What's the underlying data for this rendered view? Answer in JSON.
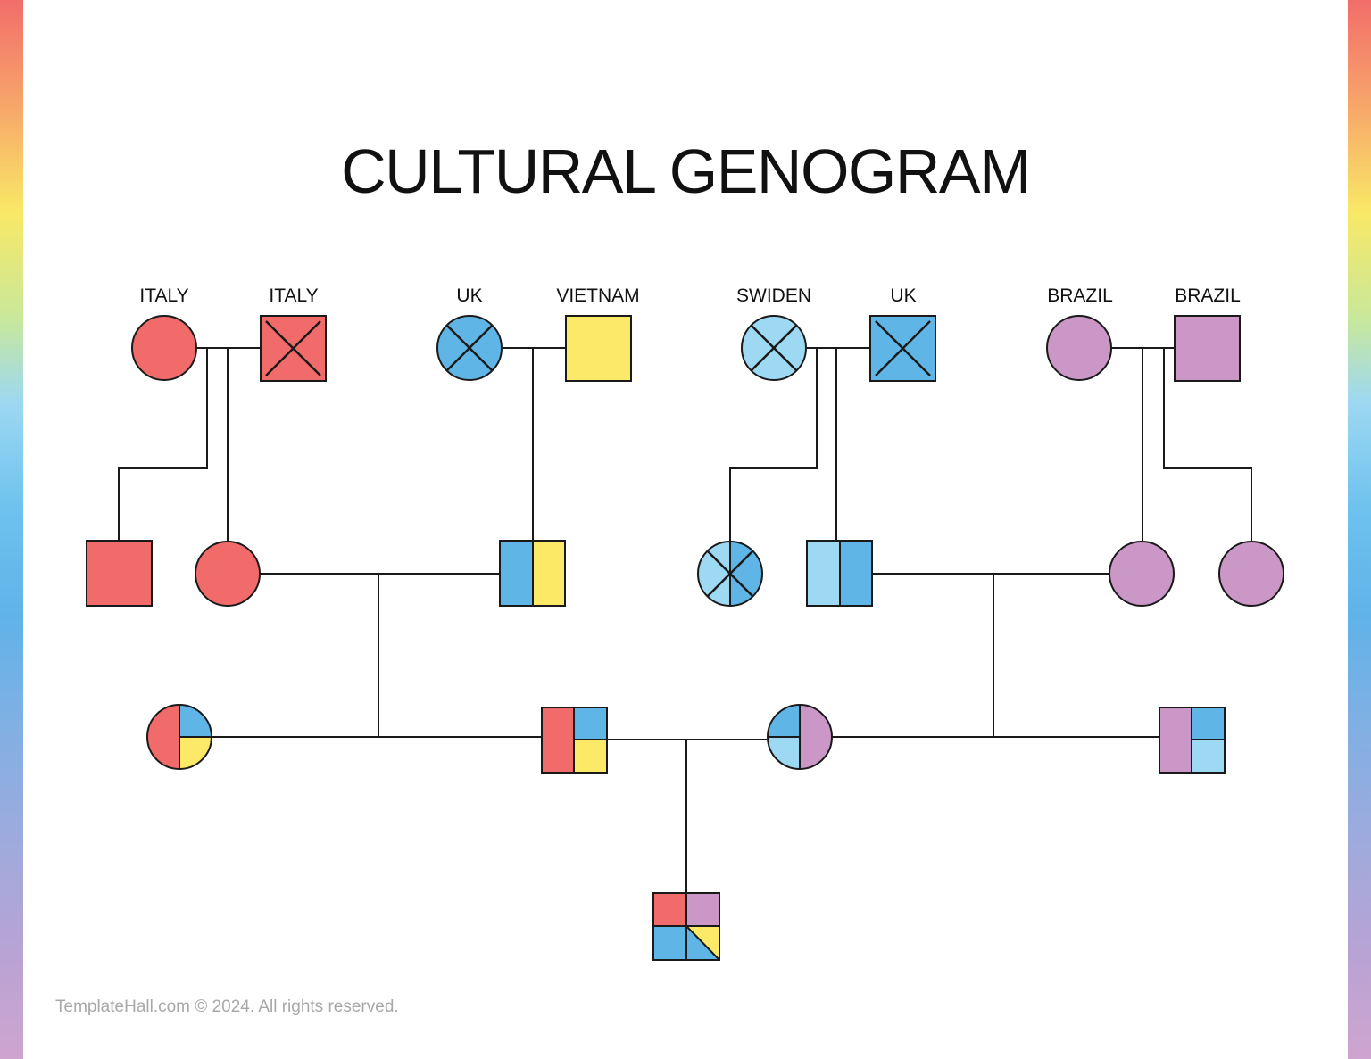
{
  "title": "CULTURAL GENOGRAM",
  "colors": {
    "italy": "#f26b6b",
    "uk": "#5fb6e6",
    "uk_light": "#9dd9f3",
    "vietnam": "#fbe967",
    "brazil": "#cb97c6",
    "line": "#1a1a1a"
  },
  "country_labels": [
    "ITALY",
    "ITALY",
    "UK",
    "VIETNAM",
    "SWIDEN",
    "UK",
    "BRAZIL",
    "BRAZIL"
  ],
  "footer": "TemplateHall.com © 2024. All rights reserved."
}
